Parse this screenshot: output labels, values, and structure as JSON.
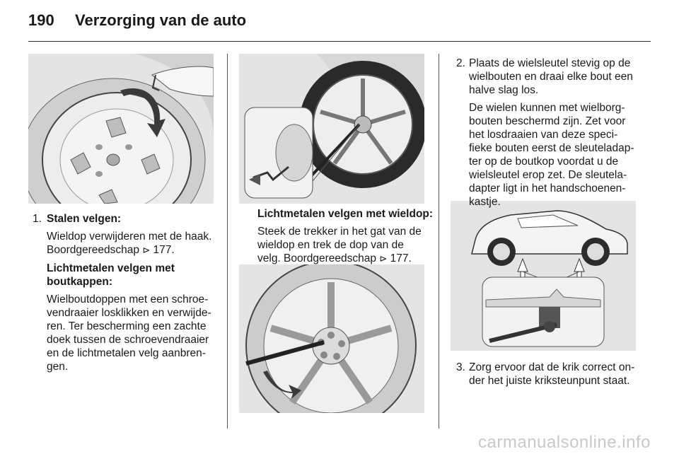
{
  "header": {
    "page_number": "190",
    "title": "Verzorging van de auto"
  },
  "col1": {
    "step_num": "1.",
    "heading1": "Stalen velgen:",
    "para1a": "Wieldop verwijderen met de haak.",
    "para1b": "Boordgereedschap",
    "para1b_ref": "177.",
    "heading2a": "Lichtmetalen velgen met",
    "heading2b": "boutkappen:",
    "para2": [
      "Wielboutdoppen met een schroe-",
      "vendraaier losklikken en verwijde-",
      "ren. Ter bescherming een zachte",
      "doek tussen de schroevendraaier",
      "en de lichtmetalen velg aanbren-",
      "gen."
    ]
  },
  "col2": {
    "heading": "Lichtmetalen velgen met wieldop:",
    "para": [
      "Steek de trekker in het gat van de",
      "wieldop en trek de dop van de"
    ],
    "para_last": "velg. Boordgereedschap",
    "para_ref": "177."
  },
  "col3": {
    "step2_num": "2.",
    "step2": [
      "Plaats de wielsleutel stevig op de",
      "wielbouten en draai elke bout een",
      "halve slag los."
    ],
    "step2_note": [
      "De wielen kunnen met wielborg-",
      "bouten beschermd zijn. Zet voor",
      "het losdraaien van deze speci-",
      "fieke bouten eerst de sleuteladap-",
      "ter op de boutkop voordat u de",
      "wielsleutel erop zet. De sleutela-",
      "dapter ligt in het handschoenen-",
      "kastje."
    ],
    "step3_num": "3.",
    "step3": [
      "Zorg ervoor dat de krik correct on-",
      "der het juiste kriksteunpunt staat."
    ]
  },
  "ref_icon": "book-reference-icon",
  "footer": {
    "watermark": "carmanualsonline.info"
  }
}
